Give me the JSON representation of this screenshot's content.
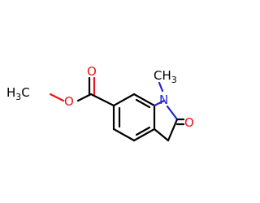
{
  "molecule": {
    "colors": {
      "carbon": "#000000",
      "oxygen": "#e8141c",
      "nitrogen": "#2323d9"
    },
    "labels": {
      "methoxy_h": "H",
      "methoxy_sub": "3",
      "methoxy_c": "C",
      "ester_single_o": "O",
      "ester_carbonyl_o": "O",
      "ring_n": "N",
      "n_methyl_c": "CH",
      "n_methyl_sub": "3",
      "lactam_o": "O"
    }
  }
}
